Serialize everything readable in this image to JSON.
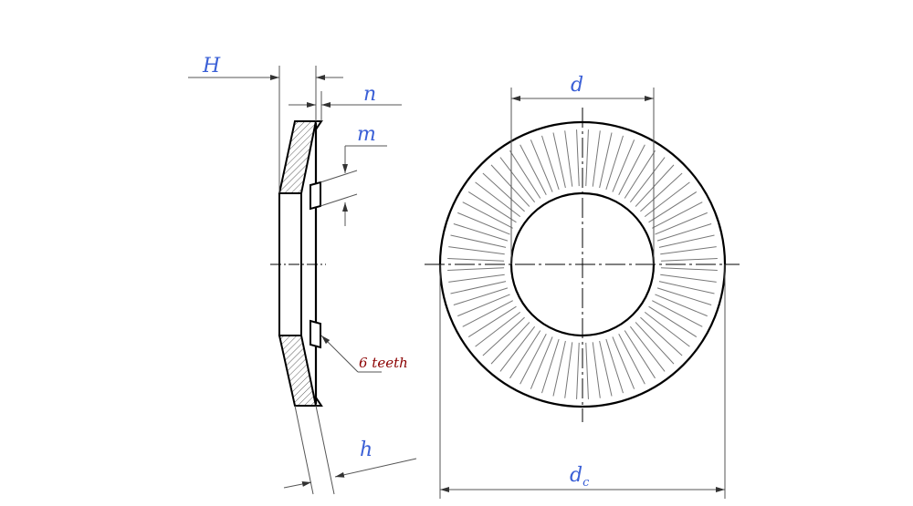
{
  "labels": {
    "H": "H",
    "n": "n",
    "m": "m",
    "h": "h",
    "d": "d",
    "dc_main": "d",
    "dc_sub": "c",
    "teeth_note": "6 teeth"
  },
  "colors": {
    "label": "#3a5fd6",
    "note": "#8b0000",
    "line": "#000000",
    "thin": "#555555"
  },
  "face_view": {
    "radial_serration_count": 72
  }
}
